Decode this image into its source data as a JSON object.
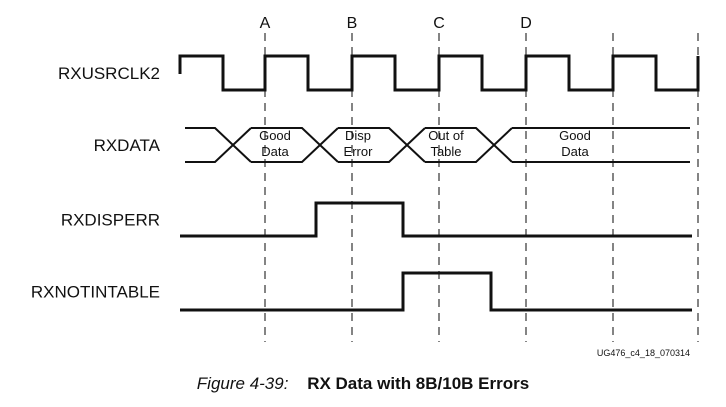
{
  "markers": [
    "A",
    "B",
    "C",
    "D"
  ],
  "signals": [
    {
      "name": "RXUSRCLK2",
      "kind": "clock"
    },
    {
      "name": "RXDATA",
      "kind": "bus",
      "segments": [
        {
          "lines": [
            "Good",
            "Data"
          ]
        },
        {
          "lines": [
            "Disp",
            "Error"
          ]
        },
        {
          "lines": [
            "Out of",
            "Table"
          ]
        },
        {
          "lines": [
            "Good",
            "Data"
          ]
        }
      ]
    },
    {
      "name": "RXDISPERR",
      "kind": "pulse",
      "high_in_segment": 1
    },
    {
      "name": "RXNOTINTABLE",
      "kind": "pulse",
      "high_in_segment": 2
    }
  ],
  "figure_id": "UG476_c4_18_070314",
  "caption": {
    "number": "Figure 4-39:",
    "title": "RX Data with 8B/10B Errors"
  }
}
